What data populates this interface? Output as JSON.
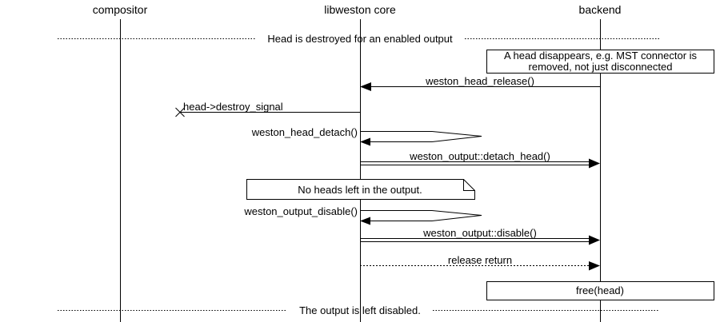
{
  "lifelines": {
    "compositor": "compositor",
    "libweston": "libweston core",
    "backend": "backend"
  },
  "dividers": {
    "top": "Head is destroyed for an enabled output",
    "bottom": "The output is left disabled."
  },
  "notes": {
    "head_disappears_line1": "A head disappears, e.g. MST connector is",
    "head_disappears_line2": "removed, not just disconnected",
    "no_heads": "No heads left in the output.",
    "free_head": "free(head)"
  },
  "messages": {
    "release": "weston_head_release()",
    "destroy_signal": "head->destroy_signal",
    "head_detach": "weston_head_detach()",
    "detach_head": "weston_output::detach_head()",
    "output_disable": "weston_output_disable()",
    "disable": "weston_output::disable()",
    "release_return": "release return"
  },
  "colors": {
    "line": "#000000",
    "background": "#ffffff"
  }
}
